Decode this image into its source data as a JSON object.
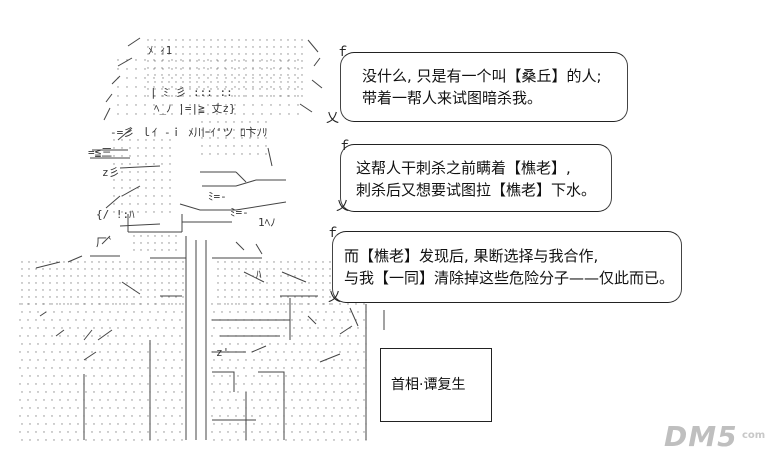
{
  "bubbles": [
    {
      "lines": [
        "没什么, 只是有一个叫【桑丘】的人;",
        "带着一帮人来试图暗杀我。"
      ]
    },
    {
      "lines": [
        "这帮人干刺杀之前瞒着【樵老】,",
        "刺杀后又想要试图拉【樵老】下水。"
      ]
    },
    {
      "lines": [
        "而【樵老】发现后, 果断选择与我合作,",
        "与我【一同】清除掉这些危险分子——仅此而已。"
      ]
    }
  ],
  "name_box": {
    "label": "首相·谭复生"
  },
  "watermark": {
    "main": "DM5",
    "sub": "com"
  },
  "colors": {
    "ink": "#1a1a1a",
    "art": "#555555",
    "dots": "#8a8a8a",
    "watermark": "#bfbfbf"
  }
}
